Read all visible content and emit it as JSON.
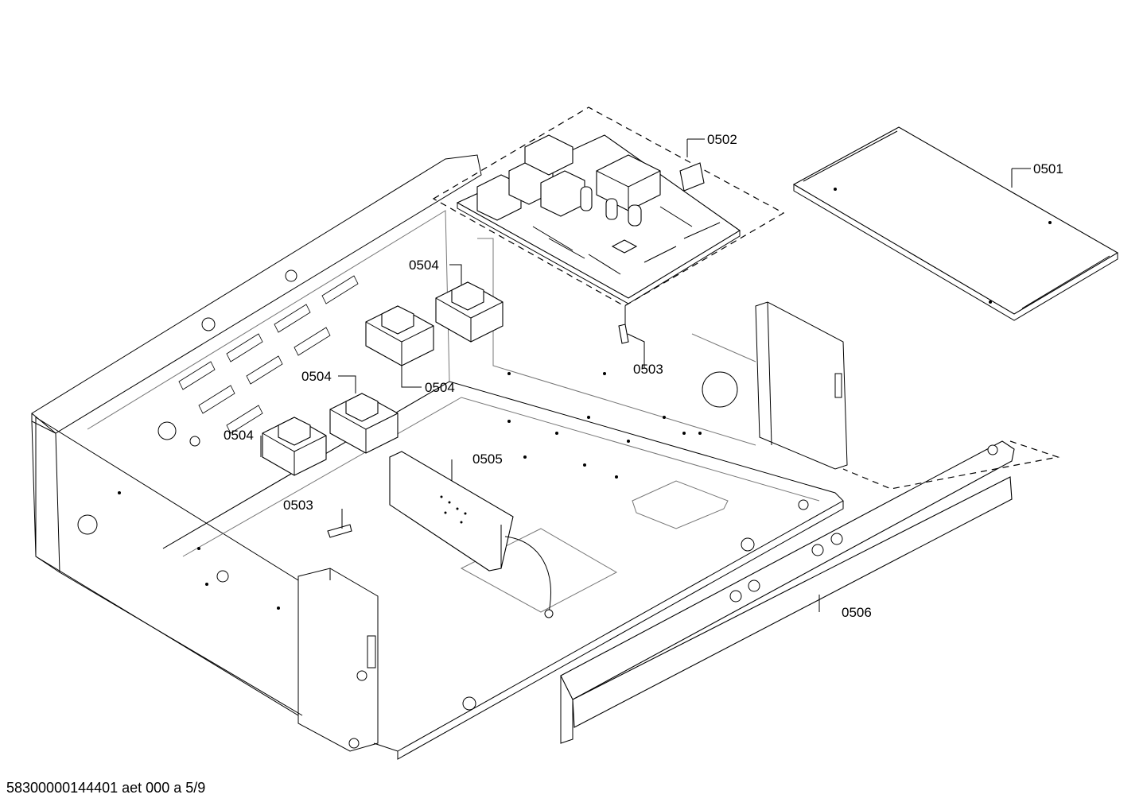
{
  "callouts": [
    {
      "id": "c0501",
      "text": "0501"
    },
    {
      "id": "c0502",
      "text": "0502"
    },
    {
      "id": "c0503a",
      "text": "0503"
    },
    {
      "id": "c0503b",
      "text": "0503"
    },
    {
      "id": "c0504a",
      "text": "0504"
    },
    {
      "id": "c0504b",
      "text": "0504"
    },
    {
      "id": "c0504c",
      "text": "0504"
    },
    {
      "id": "c0504d",
      "text": "0504"
    },
    {
      "id": "c0505",
      "text": "0505"
    },
    {
      "id": "c0506",
      "text": "0506"
    }
  ],
  "footer": {
    "text": "58300000144401 aet 000 a 5/9"
  }
}
